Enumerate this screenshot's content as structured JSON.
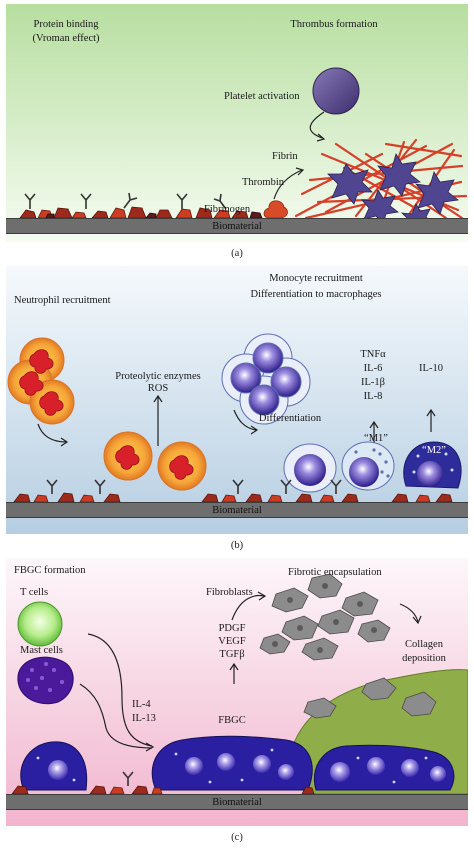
{
  "panel_a": {
    "label_protein_binding": "Protein binding",
    "label_vroman": "(Vroman effect)",
    "label_thrombus": "Thrombus formation",
    "label_platelet_activation": "Platelet activation",
    "label_fibrin": "Fibrin",
    "label_thrombin": "Thrombin",
    "label_fibrinogen": "Fibrinogen",
    "label_biomaterial": "Biomaterial",
    "caption": "(a)",
    "colors": {
      "bg_top": "#b9dfa2",
      "bg_bottom": "#f4fbf0",
      "fibrin": "#d9442a",
      "platelet": "#5a4a86"
    }
  },
  "panel_b": {
    "label_neutrophil": "Neutrophil recruitment",
    "label_monocyte": "Monocyte recruitment",
    "label_differentiation_macro": "Differentiation to macrophages",
    "label_proteolytic": "Proteolytic enzymes",
    "label_ros": "ROS",
    "label_tnf": "TNFα",
    "label_il6": "IL-6",
    "label_il1b": "IL-1β",
    "label_il8": "IL-8",
    "label_il10": "IL-10",
    "label_differentiation": "Differentiation",
    "label_m1": "“M1”",
    "label_m2": "“M2”",
    "label_biomaterial": "Biomaterial",
    "caption": "(b)",
    "colors": {
      "bg_top": "#f4f8fb",
      "bg_bottom": "#b8cfe3",
      "neutrophil": "#f2a33a",
      "monocyte": "#4b35a8"
    }
  },
  "panel_c": {
    "label_fbgc_formation": "FBGC formation",
    "label_t_cells": "T cells",
    "label_mast_cells": "Mast cells",
    "label_il4": "IL-4",
    "label_il13": "IL-13",
    "label_fibroblasts": "Fibroblasts",
    "label_fibrotic": "Fibrotic encapsulation",
    "label_pdgf": "PDGF",
    "label_vegf": "VEGF",
    "label_tgfb": "TGFβ",
    "label_fbgc": "FBGC",
    "label_collagen": "Collagen",
    "label_deposition": "deposition",
    "label_biomaterial": "Biomaterial",
    "caption": "(c)",
    "colors": {
      "bg_top": "#fdf6f9",
      "bg_bottom": "#f2b7cf",
      "collagen": "#8fae4a",
      "fbgc": "#2a1fa0",
      "fibroblast": "#8a8a8a"
    }
  }
}
